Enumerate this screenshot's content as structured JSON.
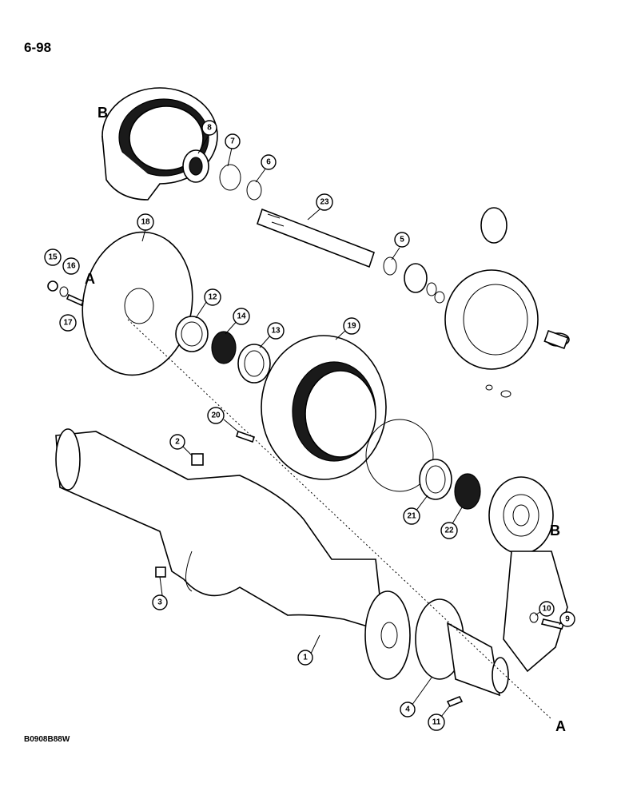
{
  "page_number": "6-98",
  "figure_code": "B0908B88W",
  "reference_letters": {
    "a": "A",
    "b": "B"
  },
  "callouts": [
    "1",
    "2",
    "3",
    "4",
    "5",
    "6",
    "7",
    "8",
    "9",
    "10",
    "11",
    "12",
    "13",
    "14",
    "15",
    "16",
    "17",
    "18",
    "19",
    "20",
    "21",
    "22",
    "23"
  ]
}
